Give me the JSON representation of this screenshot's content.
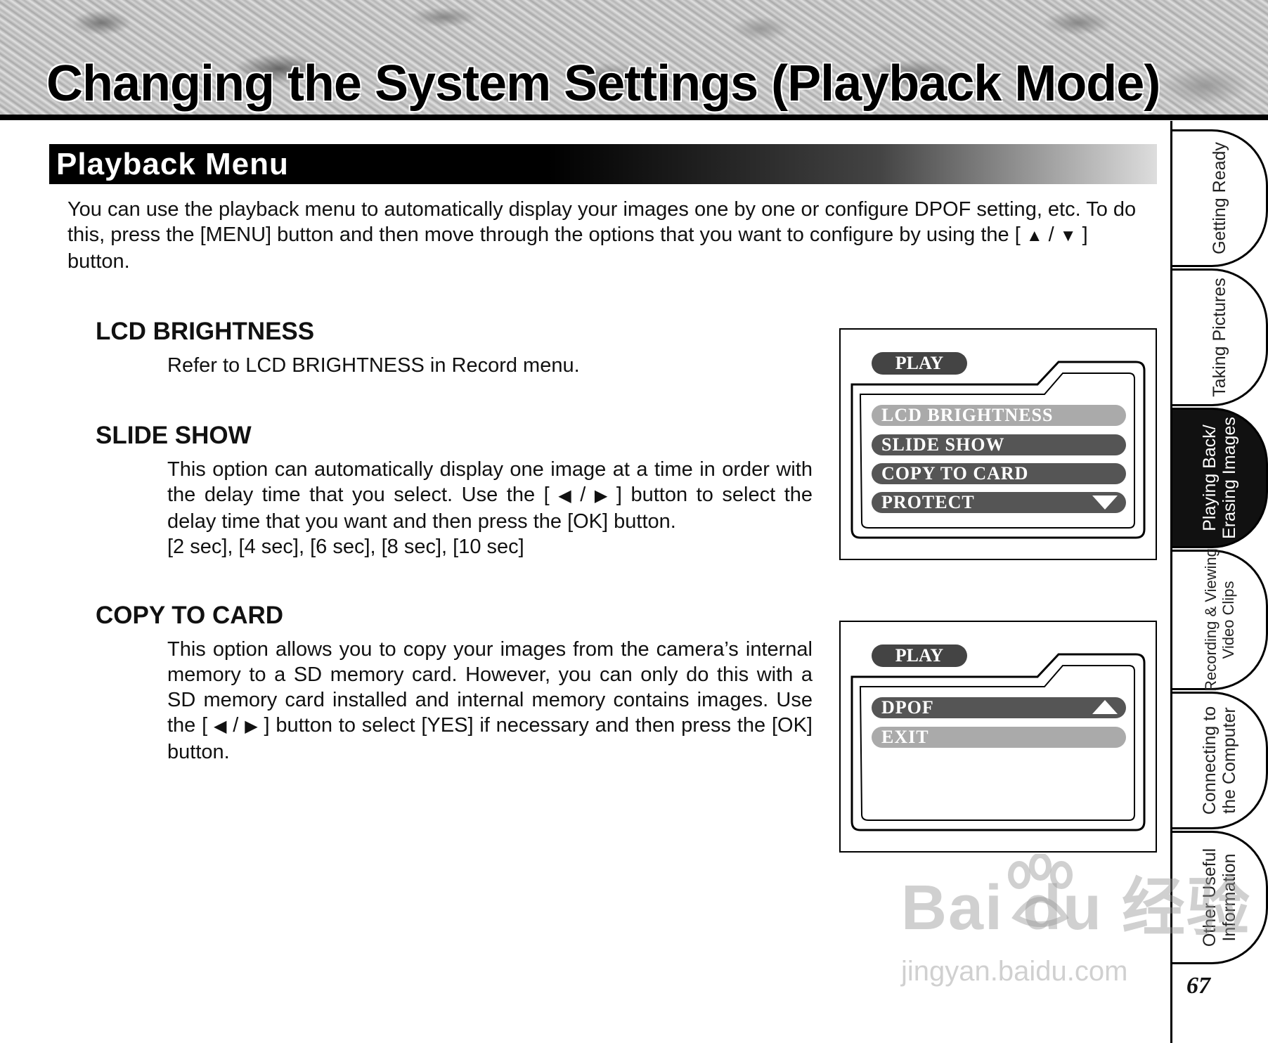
{
  "header": {
    "title": "Changing the System Settings (Playback Mode)"
  },
  "section": {
    "title": "Playback Menu"
  },
  "intro": {
    "text_before": "You can use the playback menu to automatically display your images one by one or configure DPOF setting, etc. To do this, press the [MENU] button and then move through the options that you want to configure by using the [ ",
    "sep": " / ",
    "text_after": " ] button."
  },
  "items": [
    {
      "title": "LCD BRIGHTNESS",
      "body": "Refer to LCD BRIGHTNESS in Record menu."
    },
    {
      "title": "SLIDE SHOW",
      "body_1": "This option can automatically display one image at a time in order with the delay time that you select. Use the [ ",
      "sep": " / ",
      "body_2": " ] button to select the delay time that you want and then press the [OK] button.",
      "options": "[2 sec], [4 sec], [6 sec], [8 sec], [10 sec]"
    },
    {
      "title": "COPY TO CARD",
      "body_1": "This option allows you to copy your images from the camera’s internal memory to a SD memory card. However, you can only do this with a SD memory card installed and internal memory contains images. Use the [ ",
      "sep": " / ",
      "body_2": " ] button to select [YES] if necessary and then press the [OK] button."
    }
  ],
  "screens": [
    {
      "tag": "PLAY",
      "menu": [
        "LCD  BRIGHTNESS",
        "SLIDE  SHOW",
        "COPY  TO  CARD",
        "PROTECT"
      ]
    },
    {
      "tag": "PLAY",
      "menu": [
        "DPOF",
        "EXIT"
      ]
    }
  ],
  "tabs": [
    {
      "label": "Getting Ready"
    },
    {
      "label": "Taking Pictures"
    },
    {
      "label_1": "Playing Back/",
      "label_2": "Erasing Images"
    },
    {
      "label_1": "Recording & Viewing",
      "label_2": "Video Clips"
    },
    {
      "label_1": "Connecting to",
      "label_2": "the Computer"
    },
    {
      "label_1": "Other Useful",
      "label_2": "Information"
    }
  ],
  "page_number": "67",
  "watermark": {
    "text": "Bai du 经验",
    "sub": "jingyan.baidu.com"
  }
}
